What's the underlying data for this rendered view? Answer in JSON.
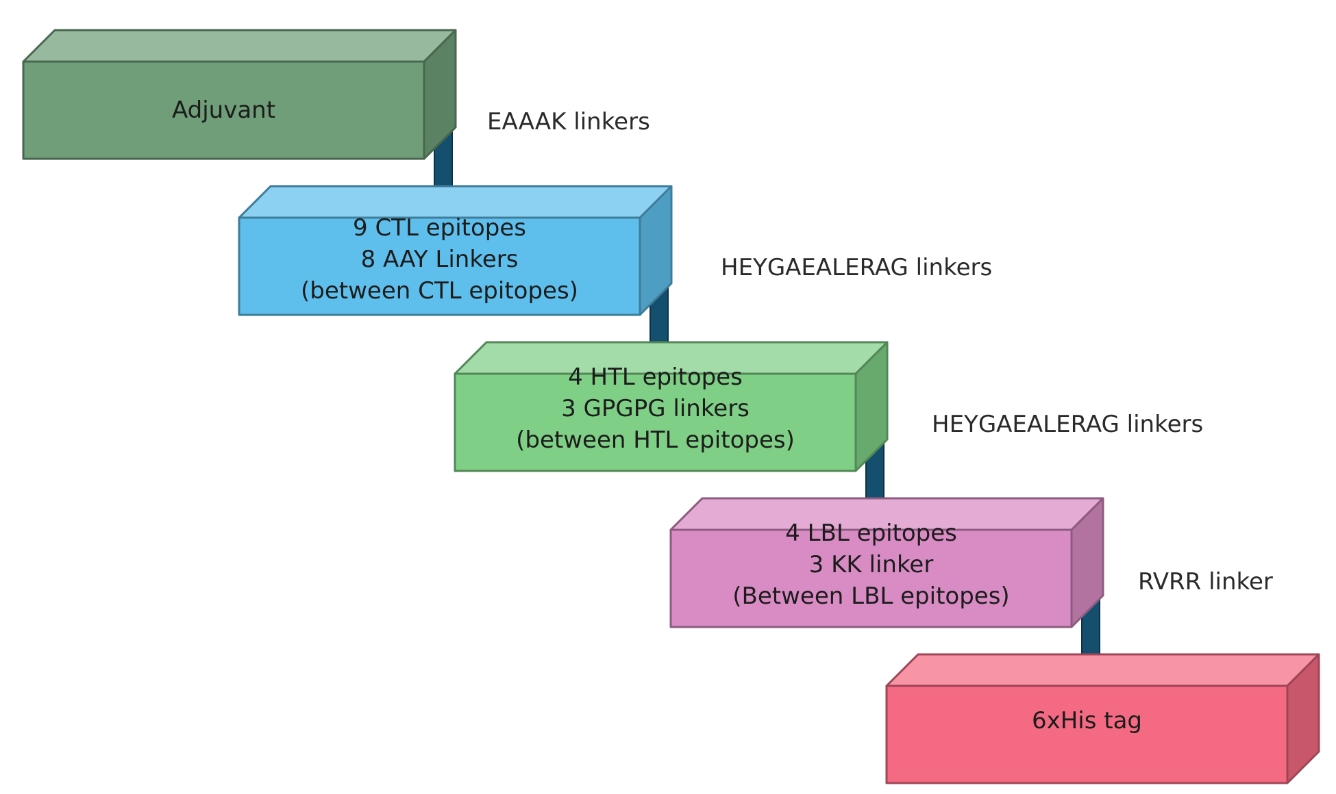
{
  "blocks": [
    {
      "id": "adjuvant",
      "lines": [
        "Adjuvant"
      ],
      "color": "#6f9e78"
    },
    {
      "id": "ctl",
      "lines": [
        "9 CTL epitopes",
        "8 AAY Linkers",
        "(between CTL epitopes)"
      ],
      "color": "#5fbfec"
    },
    {
      "id": "htl",
      "lines": [
        "4 HTL epitopes",
        "3 GPGPG linkers",
        "(between HTL epitopes)"
      ],
      "color": "#7fcf86"
    },
    {
      "id": "lbl",
      "lines": [
        "4 LBL epitopes",
        "3 KK linker",
        "(Between LBL epitopes)"
      ],
      "color": "#d98cc4"
    },
    {
      "id": "his",
      "lines": [
        "6xHis tag"
      ],
      "color": "#f46a83"
    }
  ],
  "linkers": [
    {
      "label": "EAAAK linkers"
    },
    {
      "label": "HEYGAEALERAG linkers"
    },
    {
      "label": "HEYGAEALERAG linkers"
    },
    {
      "label": "RVRR linker"
    }
  ],
  "colors": {
    "linker": "#14506e"
  }
}
